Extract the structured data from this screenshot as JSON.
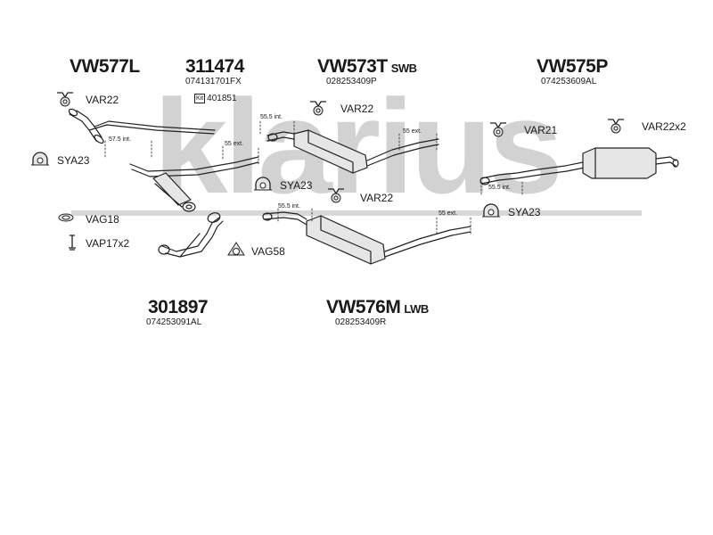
{
  "watermark": "klarius",
  "colors": {
    "watermark": "#cfcfcf",
    "line": "#222222",
    "part_fill": "#e6e6e6"
  },
  "codes": {
    "vw577l": "VW577L",
    "c311474": "311474",
    "vw573t": "VW573T",
    "vw573t_suffix": "SWB",
    "vw575p": "VW575P",
    "c301897": "301897",
    "vw576m": "VW576M",
    "vw576m_suffix": "LWB"
  },
  "refs": {
    "c311474": "074131701FX",
    "vw573t": "028253409P",
    "vw575p": "074253609AL",
    "c301897": "074253091AL",
    "vw576m": "028253409R"
  },
  "kit": {
    "badge": "Kit",
    "number": "401851"
  },
  "fittings": {
    "var22_a": "VAR22",
    "sya23_a": "SYA23",
    "vag18": "VAG18",
    "vap17x2": "VAP17x2",
    "vag58": "VAG58",
    "var22_b": "VAR22",
    "sya23_b": "SYA23",
    "var22_c": "VAR22",
    "var21": "VAR21",
    "var22x2": "VAR22x2",
    "sya23_c": "SYA23"
  },
  "dimensions": {
    "d1": "57.5 int.",
    "d2": "55 ext.",
    "d3": "55.5 int.",
    "d4": "55 ext.",
    "d5": "55.5 int.",
    "d6": "55 ext.",
    "d7": "55.5 int."
  }
}
